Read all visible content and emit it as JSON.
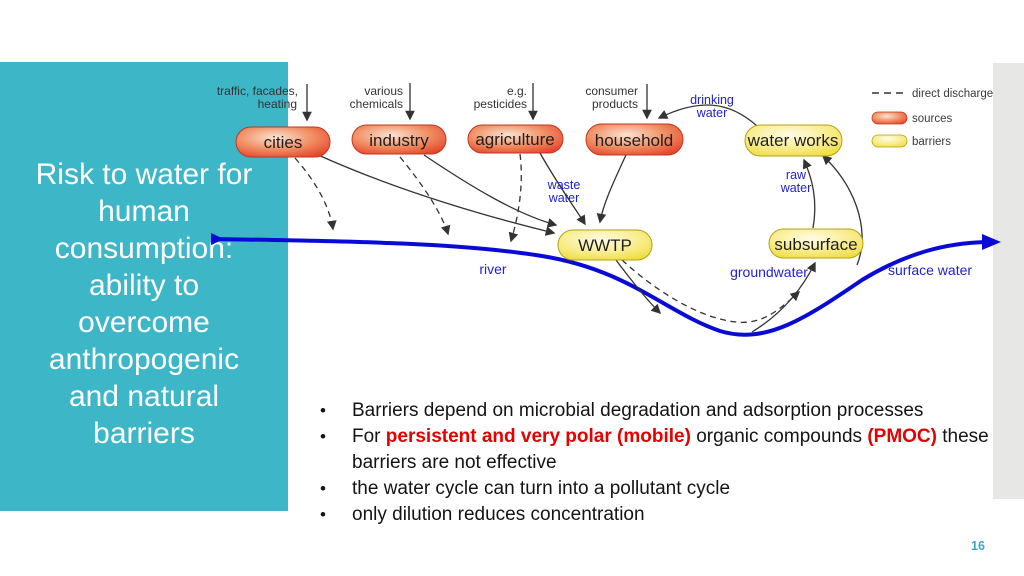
{
  "slide": {
    "title": "Risk to water for\nhuman\nconsumption:\nability to\novercome\nanthropogenic\nand natural\nbarriers",
    "page_number": "16"
  },
  "diagram": {
    "inputs": [
      {
        "line1": "traffic, facades,",
        "line2": "heating"
      },
      {
        "line1": "various",
        "line2": "chemicals"
      },
      {
        "line1": "e.g.",
        "line2": "pesticides"
      },
      {
        "line1": "consumer",
        "line2": "products"
      }
    ],
    "nodes": {
      "cities": "cities",
      "industry": "industry",
      "agriculture": "agriculture",
      "household": "household",
      "water_works": "water works",
      "wwtp": "WWTP",
      "subsurface": "subsurface"
    },
    "flow_labels": {
      "drinking1": "drinking",
      "drinking2": "water",
      "waste1": "waste",
      "waste2": "water",
      "raw1": "raw",
      "raw2": "water",
      "river": "river",
      "groundwater": "groundwater",
      "surface_water": "surface water"
    },
    "legend": {
      "direct_discharge": "direct discharge",
      "sources": "sources",
      "barriers": "barriers"
    }
  },
  "bullets": {
    "marker": "•",
    "i1": "Barriers depend on microbial degradation and adsorption processes",
    "i2_pre": "For ",
    "i2_red1": "persistent and very polar (mobile)",
    "i2_mid": " organic compounds ",
    "i2_red2": "(PMOC)",
    "i2_post": " these barriers are not effective",
    "i3": "the water cycle can turn into a pollutant cycle",
    "i4": "only dilution reduces concentration"
  },
  "colors": {
    "sidebar_teal": "#3db6c7",
    "source_red": "#e5422b",
    "barrier_yellow": "#eeda36",
    "river_blue": "#0a0ad6",
    "label_blue": "#2222cc",
    "arrow_dark": "#333333",
    "highlight_red": "#e60000",
    "page_number_blue": "#3ba6c6",
    "next_slide_gray": "#e7e7e5"
  }
}
